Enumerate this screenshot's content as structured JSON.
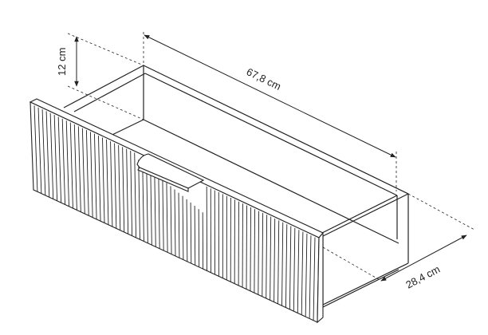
{
  "dimensions": {
    "width": "67,8 cm",
    "height": "12 cm",
    "depth": "28,4 cm"
  },
  "colors": {
    "line": "#222222",
    "background": "#ffffff"
  }
}
